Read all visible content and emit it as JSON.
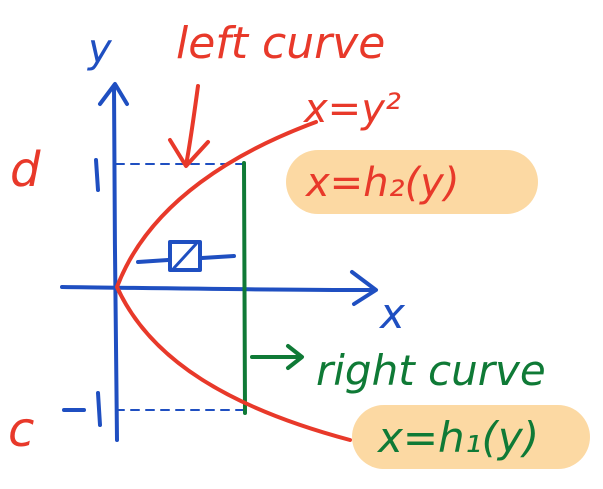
{
  "labels": {
    "left_curve": "left curve",
    "right_curve": "right curve",
    "parabola_eq": "x=y²",
    "left_func": "x=h₂(y)",
    "right_func": "x=h₁(y)",
    "axis_x": "x",
    "axis_y": "y",
    "d_label": "d",
    "c_label": "c",
    "tick_top": "1",
    "tick_bottom": "-1"
  },
  "colors": {
    "red": "#e8392a",
    "blue": "#1f4fc1",
    "green": "#0f7a36",
    "highlight": "#fcd9a3"
  }
}
